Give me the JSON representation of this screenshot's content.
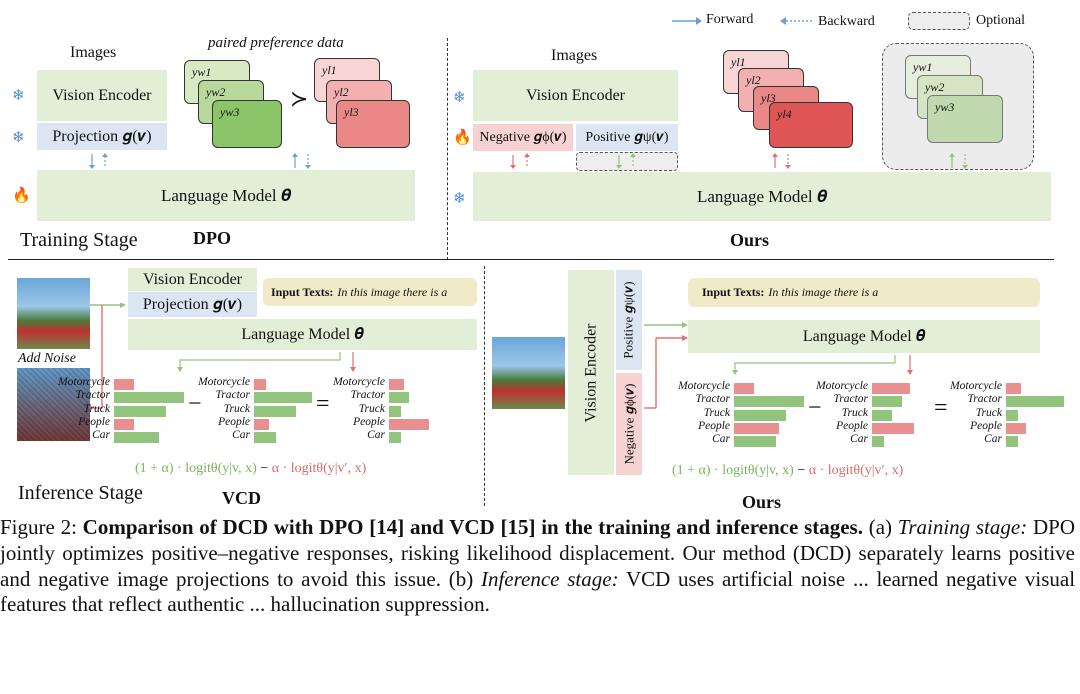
{
  "legend": {
    "forward": "Forward",
    "backward": "Backward",
    "optional": "Optional"
  },
  "training": {
    "stage_label": "Training Stage",
    "dpo": {
      "title": "DPO",
      "images_label": "Images",
      "paired_label": "paired preference data",
      "vision_encoder": "Vision Encoder",
      "projection": "Projection 𝒈(𝒗)",
      "language_model": "Language Model 𝜽",
      "preferred_cards": [
        "yw1",
        "yw2",
        "yw3"
      ],
      "rejected_cards": [
        "yl1",
        "yl2",
        "yl3"
      ],
      "prefer_symbol": "≻"
    },
    "ours": {
      "title": "Ours",
      "images_label": "Images",
      "vision_encoder": "Vision Encoder",
      "negative_proj": "Negative 𝒈ϕ(𝒗)",
      "positive_proj": "Positive 𝒈ψ(𝒗)",
      "language_model": "Language Model 𝜽",
      "negative_cards": [
        "yl1",
        "yl2",
        "yl3",
        "yl4"
      ],
      "optional_cards": [
        "yw1",
        "yw2",
        "yw3"
      ]
    }
  },
  "inference": {
    "stage_label": "Inference Stage",
    "vcd": {
      "title": "VCD",
      "add_noise": "Add Noise",
      "vision_encoder": "Vision Encoder",
      "projection": "Projection 𝒈(𝒗)",
      "input_texts_label": "Input Texts:",
      "input_texts_value": "In this image there is a",
      "language_model": "Language Model 𝜽",
      "formula_pos": "(1 + α) · logitθ(y|v, x)",
      "formula_minus": "−",
      "formula_neg": "α · logitθ(y|v′, x)",
      "minus": "−",
      "equals": "="
    },
    "ours": {
      "title": "Ours",
      "vision_encoder": "Vision Encoder",
      "positive_proj": "Positive 𝒈ψ(𝒗)",
      "negative_proj": "Negative 𝒈ϕ(𝒗)",
      "input_texts_label": "Input Texts:",
      "input_texts_value": "In this image there is a",
      "language_model": "Language Model 𝜽",
      "formula_pos": "(1 + α) · logitθ(y|v, x)",
      "formula_minus": "−",
      "formula_neg": "α · logitθ(y|v′, x)",
      "minus": "−",
      "equals": "="
    },
    "labels": [
      "Motorcycle",
      "Tractor",
      "Truck",
      "People",
      "Car"
    ]
  },
  "caption": {
    "figure_label": "Figure 2:",
    "title": "Comparison of DCD with DPO [14] and VCD [15] in the training and inference stages.",
    "part_a_label": "(a)",
    "part_a_head": "Training stage:",
    "part_a_text": "DPO jointly optimizes positive–negative responses, risking likelihood displacement. Our method (DCD) separately learns positive and negative image projections to avoid this issue.",
    "part_b_label": "(b)",
    "part_b_head": "Inference stage:",
    "part_b_text": "VCD uses artificial noise ... learned negative visual features that reflect authentic ... hallucination suppression."
  },
  "colors": {
    "green_bar": "#93c47d",
    "pink_bar": "#ea8f8f",
    "green_box": "#e3eed6",
    "blue_box": "#dce6f3",
    "pink_box": "#f6d2d2"
  }
}
